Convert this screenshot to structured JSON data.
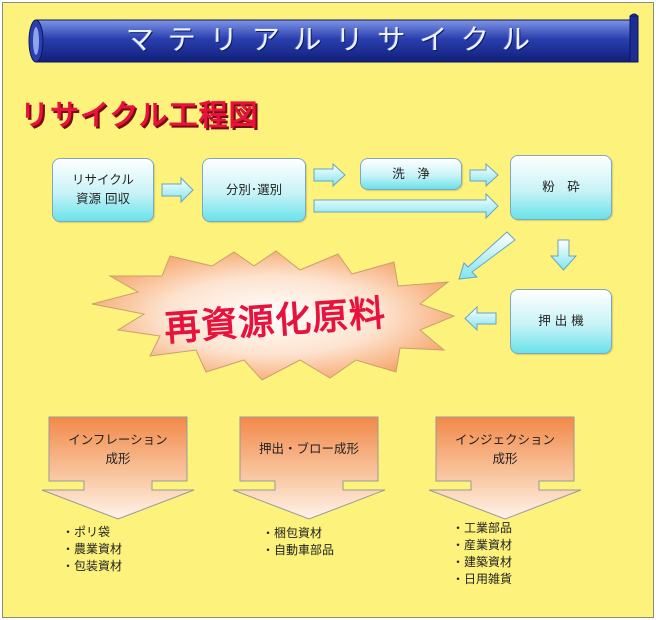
{
  "banner": {
    "title": "マテリアルリサイクル"
  },
  "heading": "リサイクル工程図",
  "steps": {
    "resource": "リサイクル\n資源 回収",
    "sorting": "分別･選別",
    "washing": "洗　浄",
    "crushing": "粉　砕",
    "extruder": "押 出 機"
  },
  "center": "再資源化原料",
  "processes": [
    {
      "label": "インフレーション\n成形",
      "products": [
        "ポリ袋",
        "農業資材",
        "包装資材"
      ]
    },
    {
      "label": "押出・ブロー成形",
      "products": [
        "梱包資材",
        "自動車部品"
      ]
    },
    {
      "label": "インジェクション\n成形",
      "products": [
        "工業部品",
        "産業資材",
        "建築資材",
        "日用雑貨"
      ]
    }
  ],
  "colors": {
    "background": "#fcf27c",
    "banner": "#1a2f9a",
    "heading": "#e8123c",
    "box_bottom": "#69e2ea",
    "process_top": "#f2894a"
  }
}
